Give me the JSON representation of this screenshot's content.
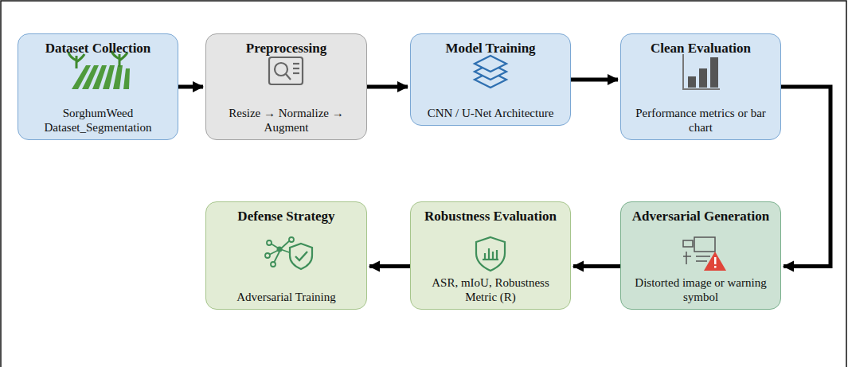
{
  "diagram": {
    "nodes": [
      {
        "text": [
          "Dataset Collection",
          "SorghumWeed Dataset_Segmentation"
        ]
      },
      {
        "text": [
          "Preprocessing",
          "Resize → Normalize → Augment"
        ]
      },
      {
        "text": [
          "Model Training",
          "CNN / U-Net Architecture"
        ]
      },
      {
        "text": [
          "Clean Evaluation",
          "Performance metrics or bar chart"
        ]
      },
      {
        "text": [
          "Adversarial Generation",
          "Distorted image or warning symbol"
        ]
      },
      {
        "text": [
          "Robustness Evaluation",
          "ASR, mIoU, Robustness Metric (R)"
        ]
      },
      {
        "text": [
          "Defense Strategy",
          "Adversarial Training"
        ]
      }
    ],
    "edges": [
      {
        "from": 0,
        "to": 1,
        "arrow": "to"
      },
      {
        "from": 1,
        "to": 2,
        "arrow": "to"
      },
      {
        "from": 2,
        "to": 3,
        "arrow": "to"
      },
      {
        "from": 3,
        "to": 4,
        "arrow": "to"
      },
      {
        "from": 4,
        "to": 5,
        "arrow": "to"
      },
      {
        "from": 5,
        "to": 6,
        "arrow": "to"
      }
    ]
  }
}
